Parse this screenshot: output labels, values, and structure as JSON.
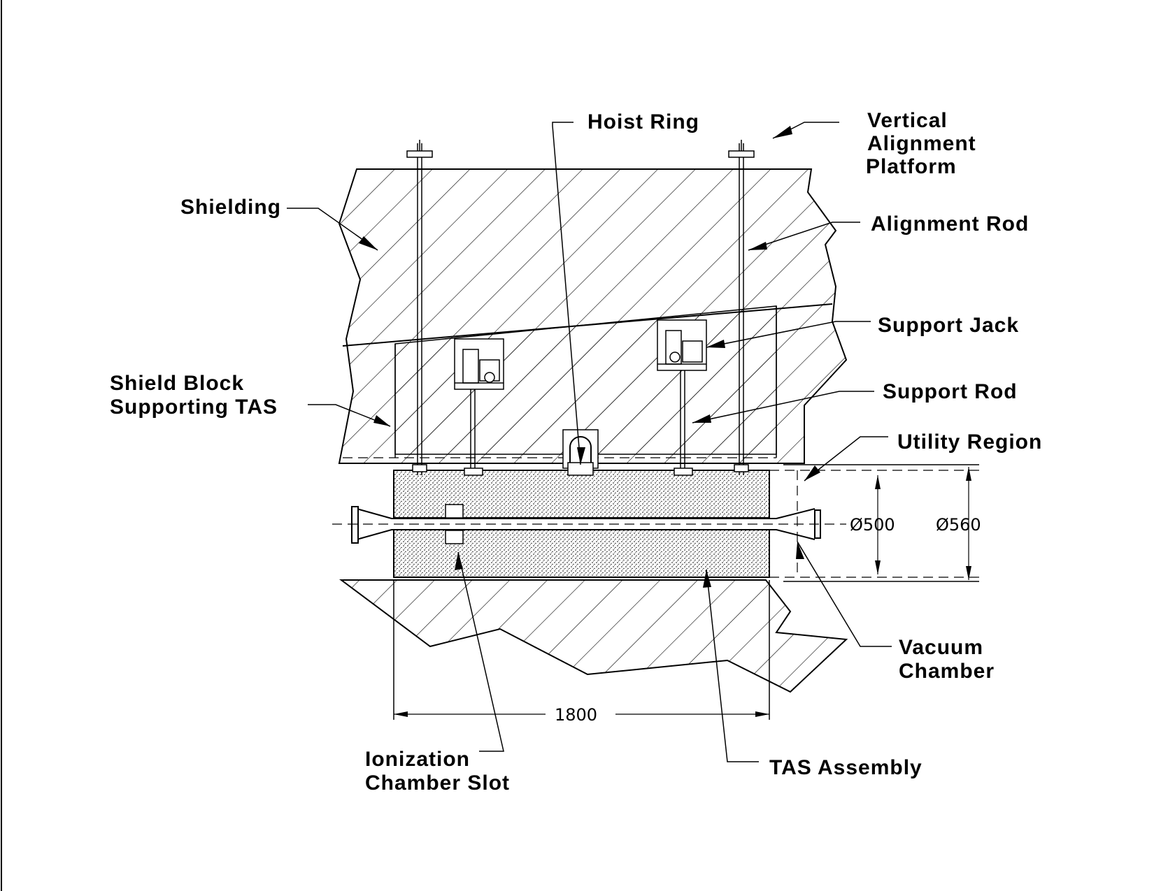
{
  "labels": {
    "hoist_ring": "Hoist Ring",
    "vertical_alignment_platform": [
      "Vertical",
      "Alignment",
      "Platform"
    ],
    "shielding": "Shielding",
    "alignment_rod": "Alignment Rod",
    "support_jack": "Support Jack",
    "shield_block": [
      "Shield Block",
      "Supporting TAS"
    ],
    "support_rod": "Support Rod",
    "utility_region": "Utility Region",
    "vacuum_chamber": [
      "Vacuum",
      "Chamber"
    ],
    "ionization_chamber_slot": [
      "Ionization",
      "Chamber Slot"
    ],
    "tas_assembly": "TAS Assembly"
  },
  "dimensions": {
    "inner_diameter": "Ø500",
    "outer_diameter": "Ø560",
    "length": "1800"
  },
  "colors": {
    "line": "#000000",
    "background": "#ffffff"
  }
}
